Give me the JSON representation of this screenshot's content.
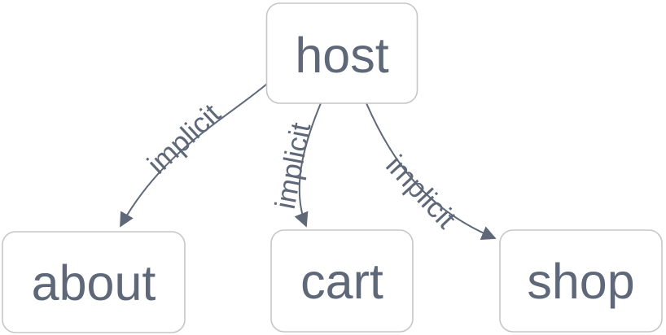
{
  "diagram": {
    "type": "flowchart",
    "direction": "top-down",
    "nodes": [
      {
        "id": "host",
        "label": "host"
      },
      {
        "id": "about",
        "label": "about"
      },
      {
        "id": "cart",
        "label": "cart"
      },
      {
        "id": "shop",
        "label": "shop"
      }
    ],
    "edges": [
      {
        "from": "host",
        "to": "about",
        "label": "implicit",
        "arrowhead": "filled-triangle"
      },
      {
        "from": "host",
        "to": "cart",
        "label": "implicit",
        "arrowhead": "filled-triangle"
      },
      {
        "from": "host",
        "to": "shop",
        "label": "implicit",
        "arrowhead": "filled-triangle"
      }
    ],
    "colors": {
      "text": "#5e6878",
      "edge": "#5e6878",
      "node_border": "#c6c6c6",
      "node_fill": "#ffffff",
      "background": "#ffffff"
    }
  }
}
